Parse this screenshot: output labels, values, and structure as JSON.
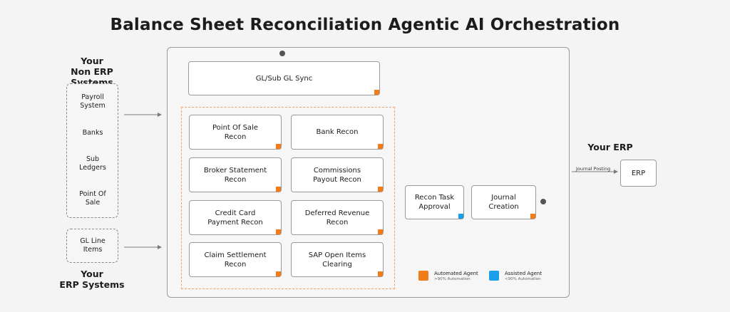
{
  "title": "Balance Sheet Reconciliation Agentic AI Orchestration",
  "non_erp": {
    "heading_line1": "Your",
    "heading_line2": "Non ERP Systems",
    "items": [
      {
        "line1": "Payroll",
        "line2": "System"
      },
      {
        "line1": "Banks",
        "line2": ""
      },
      {
        "line1": "Sub",
        "line2": "Ledgers"
      },
      {
        "line1": "Point Of",
        "line2": "Sale"
      }
    ]
  },
  "erp_systems": {
    "item_line1": "GL Line",
    "item_line2": "Items",
    "heading_line1": "Your",
    "heading_line2": "ERP Systems"
  },
  "sync": {
    "label": "GL/Sub GL Sync"
  },
  "recon_agents": [
    {
      "line1": "Point Of Sale",
      "line2": "Recon"
    },
    {
      "line1": "Bank Recon",
      "line2": ""
    },
    {
      "line1": "Broker Statement",
      "line2": "Recon"
    },
    {
      "line1": "Commissions",
      "line2": "Payout Recon"
    },
    {
      "line1": "Credit Card",
      "line2": "Payment Recon"
    },
    {
      "line1": "Deferred Revenue",
      "line2": "Recon"
    },
    {
      "line1": "Claim Settlement",
      "line2": "Recon"
    },
    {
      "line1": "SAP Open Items",
      "line2": "Clearing"
    }
  ],
  "approval": {
    "line1": "Recon Task",
    "line2": "Approval"
  },
  "journal": {
    "line1": "Journal",
    "line2": "Creation"
  },
  "erp_target": {
    "heading": "Your ERP",
    "box": "ERP",
    "connector_label": "Journal Posting"
  },
  "legend": {
    "automated": {
      "title": "Automated Agent",
      "sub": ">90% Automation",
      "color": "#f07d18"
    },
    "assisted": {
      "title": "Assisted Agent",
      "sub": "<90% Automation",
      "color": "#1aa0e8"
    }
  }
}
